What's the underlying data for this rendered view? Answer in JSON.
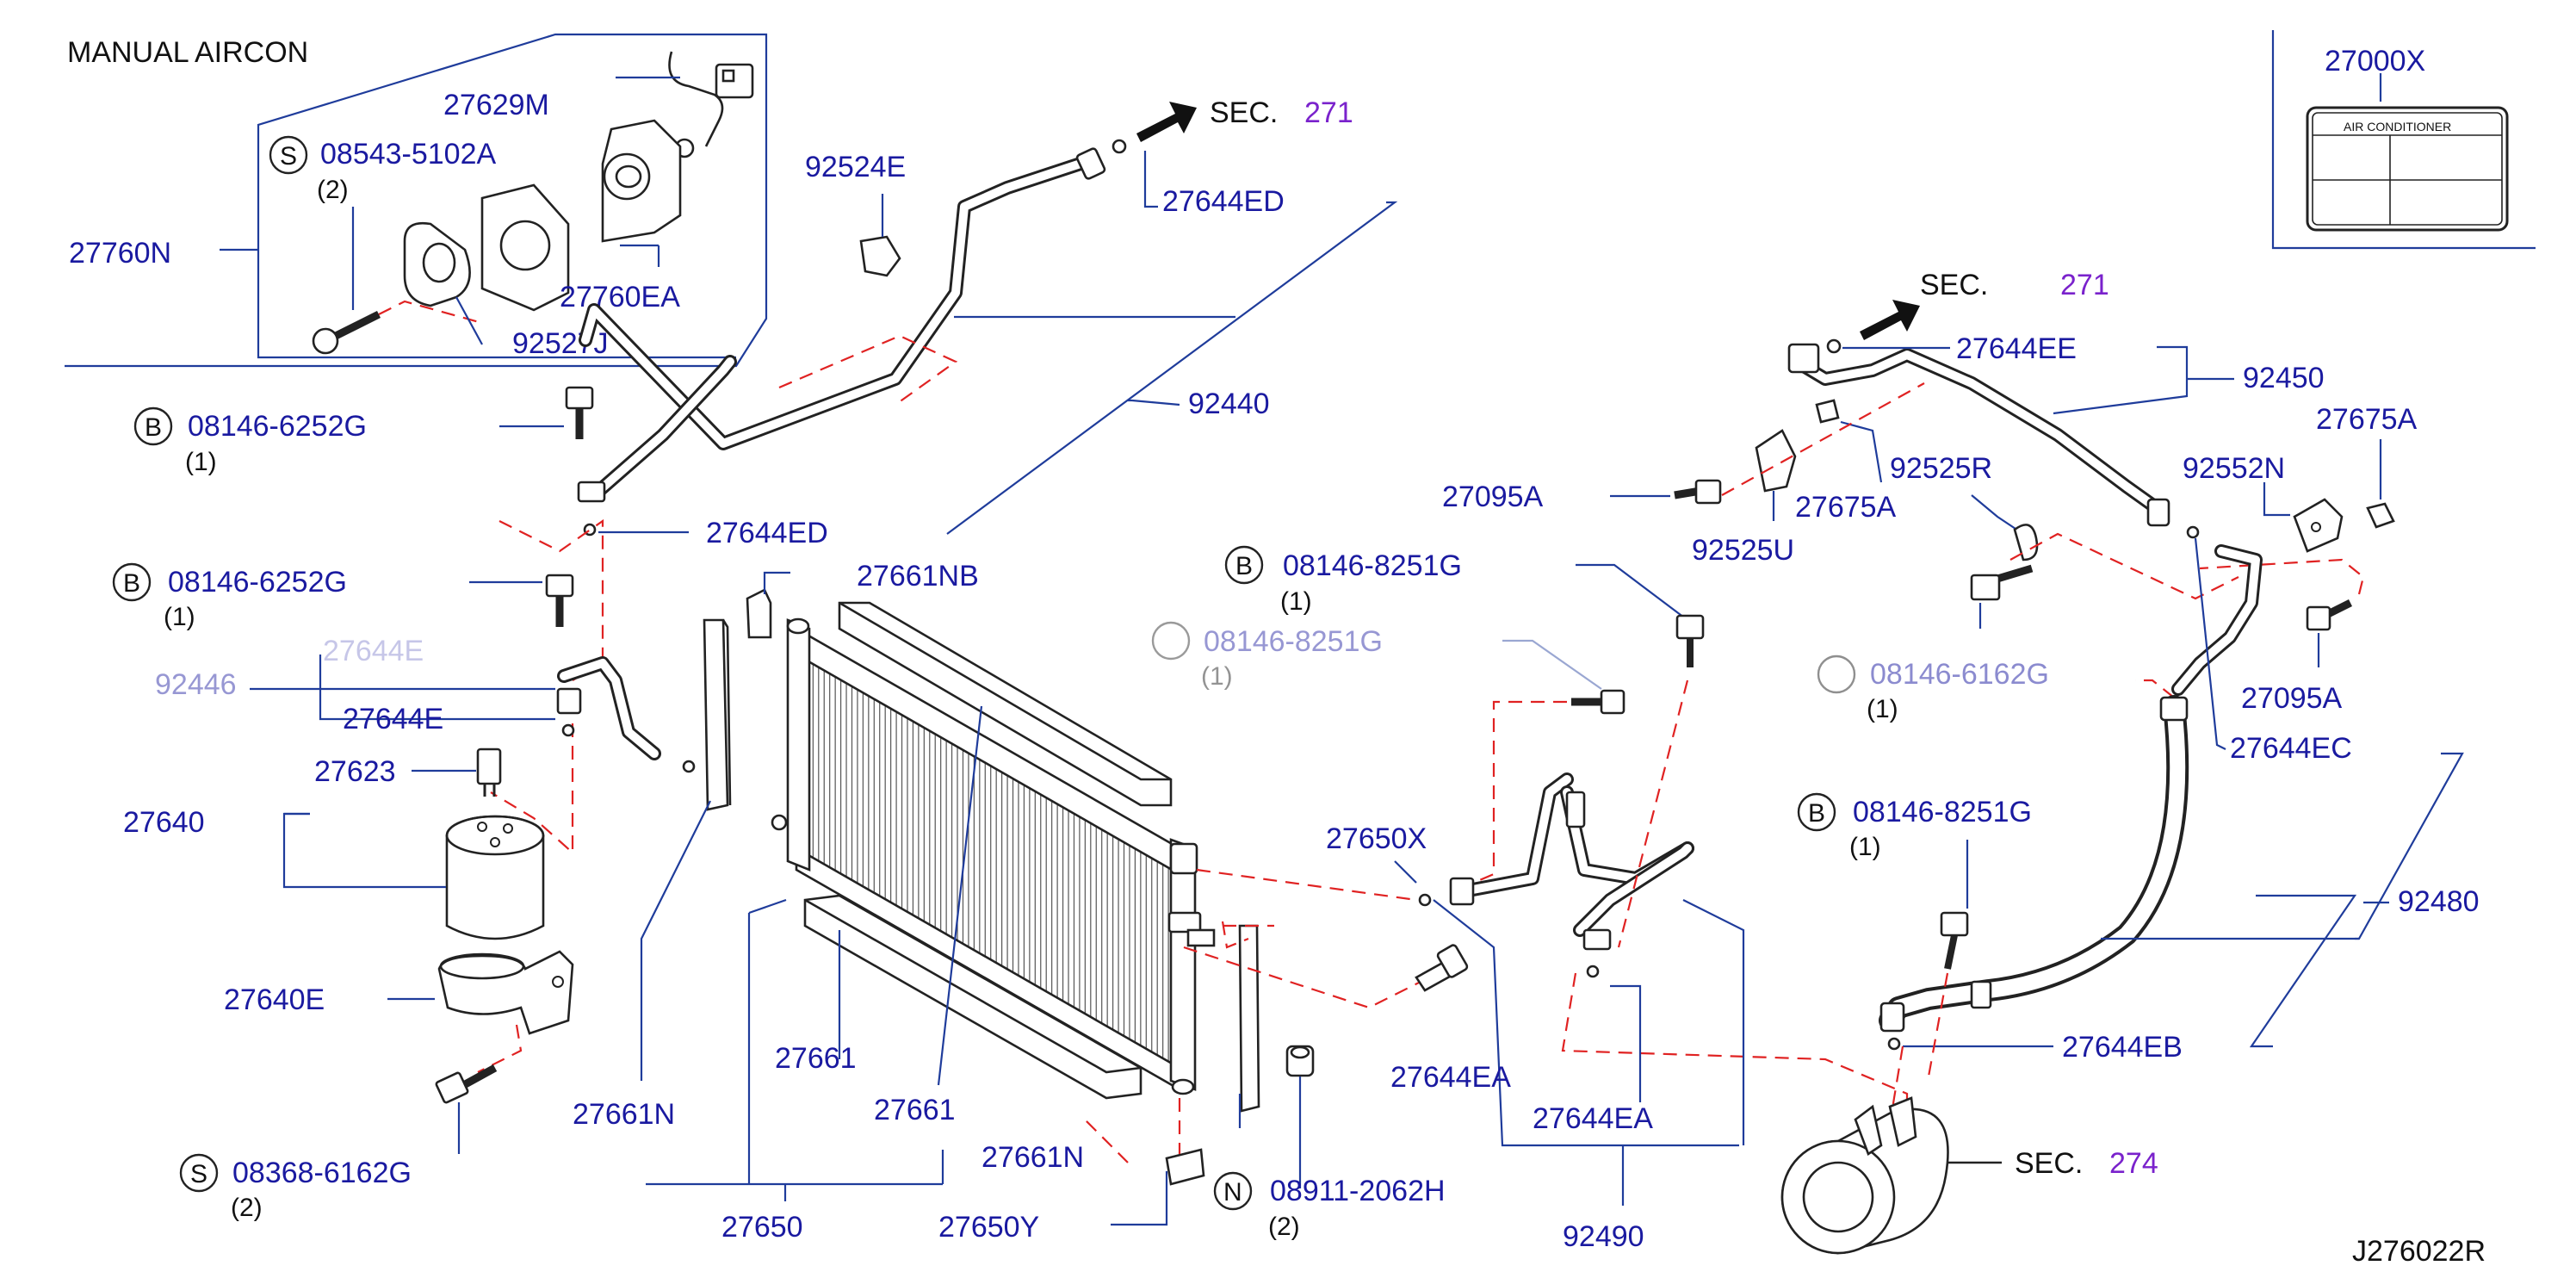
{
  "header": {
    "title": "MANUAL   AIRCON"
  },
  "label_card": {
    "part": "27000X",
    "title": "AIR   CONDITIONER"
  },
  "sections": {
    "sec_label": "SEC.",
    "sec_271": "271",
    "sec_274": "274"
  },
  "prefixes": {
    "b": "B",
    "s": "S",
    "n": "N"
  },
  "parts": {
    "p27629M": "27629M",
    "p08543": "08543-5102A",
    "q2a": "(2)",
    "p27760N": "27760N",
    "p27760EA": "27760EA",
    "p92527J": "92527J",
    "p92524E": "92524E",
    "p27644ED_top": "27644ED",
    "p92440": "92440",
    "p08146_6252G_a": "08146-6252G",
    "q1a": "(1)",
    "p27644ED_mid": "27644ED",
    "p08146_6252G_b": "08146-6252G",
    "q1b": "(1)",
    "p27644E_faded": "27644E",
    "p92446_faded": "92446",
    "p27644E": "27644E",
    "p27623": "27623",
    "p27640": "27640",
    "p27640E": "27640E",
    "p08368": "08368-6162G",
    "q2b": "(2)",
    "p27661NB": "27661NB",
    "p27661N_left": "27661N",
    "p27661_a": "27661",
    "p27661_b": "27661",
    "p27661N_right": "27661N",
    "p27650": "27650",
    "p27650Y": "27650Y",
    "p08911": "08911-2062H",
    "q2c": "(2)",
    "p08146_8251G_a": "08146-8251G",
    "q1c": "(1)",
    "p08146_8251G_faded": "08146-8251G",
    "q1d": "(1)",
    "p27650X": "27650X",
    "p27644EA_a": "27644EA",
    "p27644EA_b": "27644EA",
    "p92490": "92490",
    "p27644EE": "27644EE",
    "p92450": "92450",
    "p27675A_right": "27675A",
    "p27095A_left": "27095A",
    "p27675A_mid": "27675A",
    "p92525R": "92525R",
    "p92552N": "92552N",
    "p92525U": "92525U",
    "p08146_6162G_faded": "08146-6162G",
    "q1e": "(1)",
    "p27095A_right": "27095A",
    "p27644EC": "27644EC",
    "p08146_8251G_b": "08146-8251G",
    "q1f": "(1)",
    "p92480": "92480",
    "p27644EB": "27644EB",
    "diagram_id": "J276022R"
  }
}
